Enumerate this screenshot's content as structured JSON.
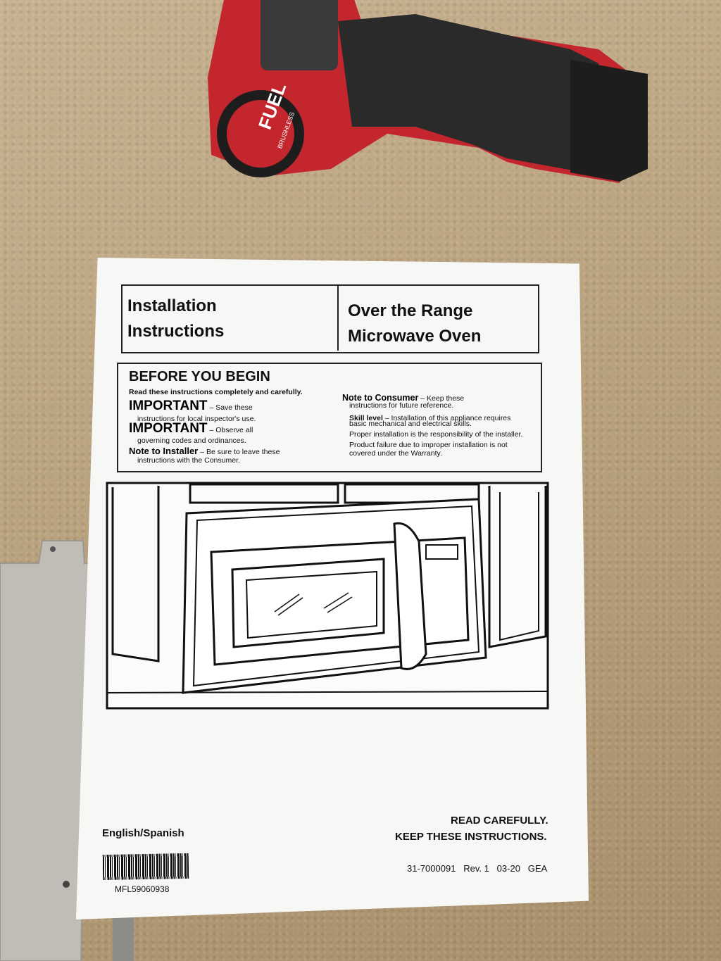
{
  "drill": {
    "brand_badge": "FUEL",
    "sub_badge": "BRUSHLESS"
  },
  "manual": {
    "header_left": [
      "Installation",
      "Instructions"
    ],
    "header_right": [
      "Over the Range",
      "Microwave Oven"
    ],
    "before": {
      "title": "BEFORE YOU BEGIN",
      "subtitle": "Read these instructions completely and carefully.",
      "left": [
        {
          "head": "IMPORTANT",
          "dash": " – ",
          "text1": "Save these",
          "text2": "instructions for local inspector's use."
        },
        {
          "head": "IMPORTANT",
          "dash": " – ",
          "text1": "Observe all",
          "text2": "governing codes and ordinances."
        },
        {
          "head": "Note to Installer",
          "dash": " – ",
          "text1": "Be sure to leave these",
          "text2": "instructions with the Consumer."
        }
      ],
      "right": [
        {
          "head": "Note to Consumer",
          "text": " – Keep these",
          "text2": "instructions for future reference."
        },
        {
          "head": "Skill level",
          "text": " – Installation of this appliance requires",
          "text2": "basic mechanical and electrical skills."
        },
        {
          "head": "",
          "text": "Proper installation is the responsibility of the installer.",
          "text2": ""
        },
        {
          "head": "",
          "text": "Product failure due to improper installation is not",
          "text2": "covered under the Warranty."
        }
      ]
    },
    "language": "English/Spanish",
    "read_carefully": "READ CAREFULLY.",
    "keep": "KEEP THESE INSTRUCTIONS.",
    "part_number": "MFL59060938",
    "doc_code": "31-7000091   Rev. 1   03-20   GEA"
  }
}
